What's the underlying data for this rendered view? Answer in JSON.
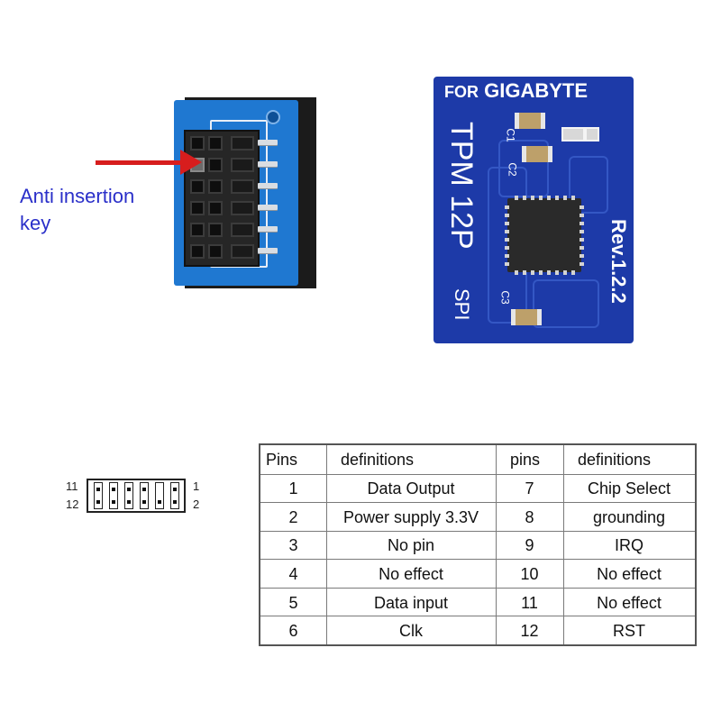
{
  "connector": {
    "label_line1": "Anti insertion",
    "label_line2": "key",
    "arrow_color": "#d71d1d"
  },
  "tpm_board": {
    "brand_prefix": "FOR",
    "brand": "GIGABYTE",
    "title_vertical": "TPM 12P",
    "interface": "SPI",
    "revision": "Rev.1.2.2",
    "silk_c1": "C1",
    "silk_c2": "C2",
    "silk_c3": "C3",
    "board_color": "#1d3aa8"
  },
  "pinout": {
    "top_left": "11",
    "top_right": "1",
    "bottom_left": "12",
    "bottom_right": "2"
  },
  "table": {
    "headers": [
      "Pins",
      "definitions",
      "pins",
      "definitions"
    ],
    "rows": [
      [
        "1",
        "Data Output",
        "7",
        "Chip Select"
      ],
      [
        "2",
        "Power supply 3.3V",
        "8",
        "grounding"
      ],
      [
        "3",
        "No pin",
        "9",
        "IRQ"
      ],
      [
        "4",
        "No effect",
        "10",
        "No effect"
      ],
      [
        "5",
        "Data input",
        "11",
        "No effect"
      ],
      [
        "6",
        "Clk",
        "12",
        "RST"
      ]
    ]
  }
}
